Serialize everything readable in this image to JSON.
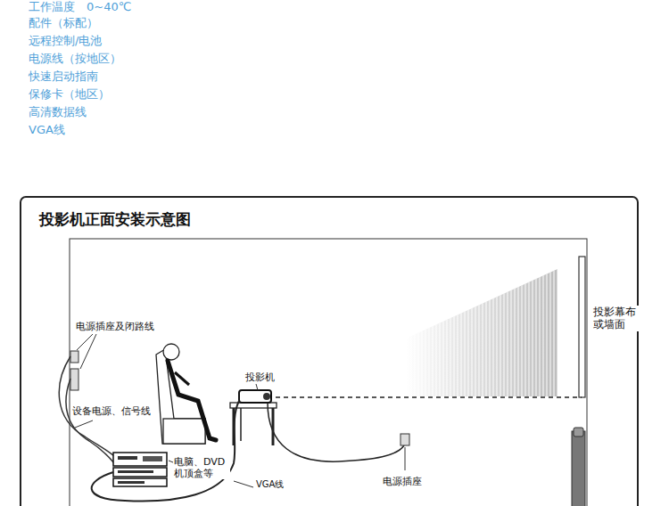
{
  "diagram": {
    "title": "投影机正面安装示意图",
    "labels": [
      "工作温度　0~40℃",
      "配件（标配）",
      "远程控制/电池",
      "电源线（按地区）",
      "快速启动指南",
      "保修卡（地区）",
      "高清数据线",
      "VGA线",
      "电源插座及闭路线",
      "设备电源、信号线",
      "投影机",
      "电脑、DVD 机顶盒等",
      "VGA线",
      "电源插座",
      "投影幕布 或墙面"
    ]
  }
}
